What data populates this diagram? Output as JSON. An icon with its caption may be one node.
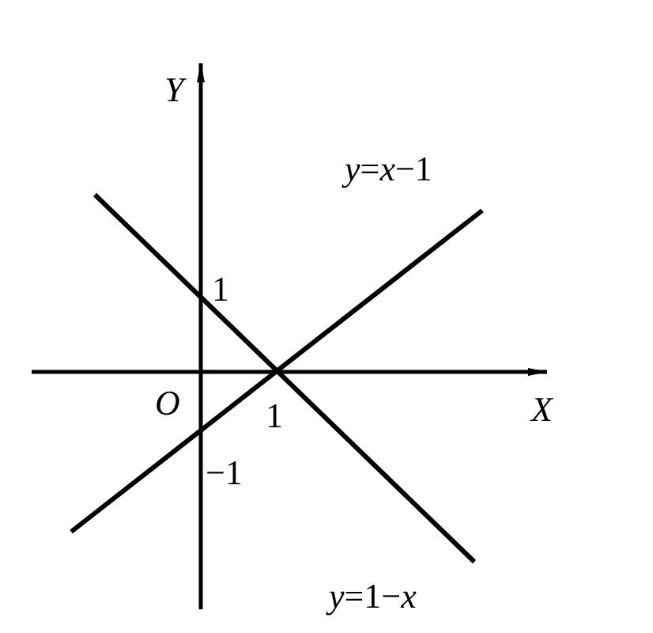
{
  "diagram": {
    "labels": [
      "*Y*",
      "*y*=*x*−1",
      "1",
      "*O*",
      "1",
      "*X*",
      "−1",
      "*y*=1−*x*"
    ]
  }
}
